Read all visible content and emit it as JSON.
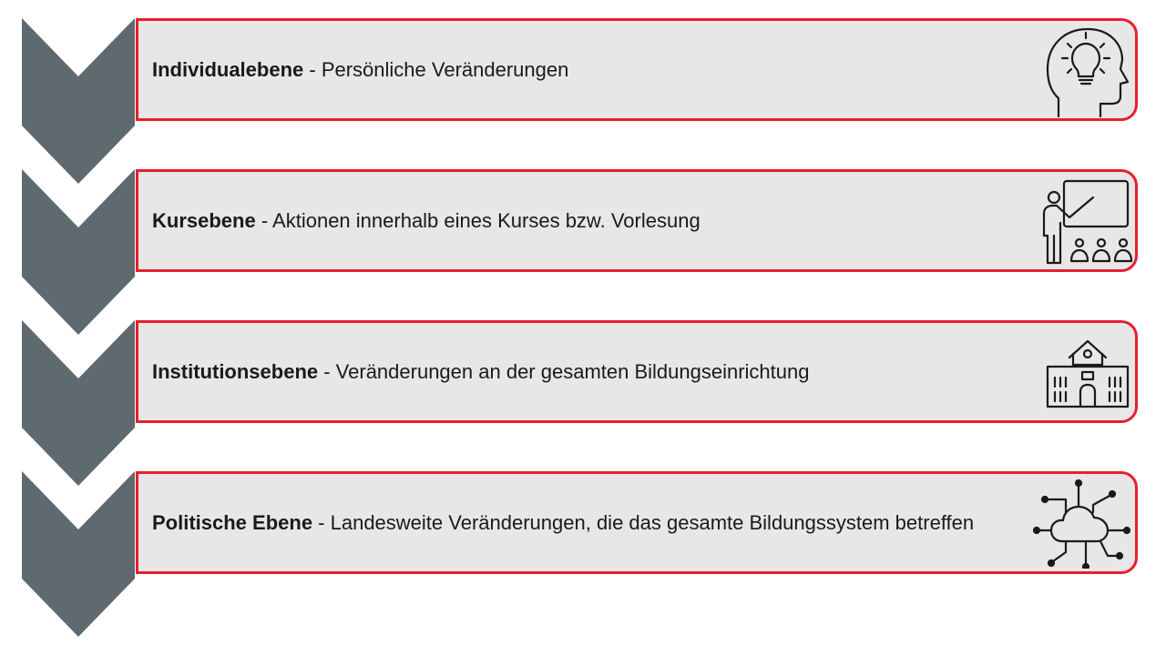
{
  "colors": {
    "accent": "#e5202e",
    "chevron": "#5e6a70",
    "box_fill": "#e7e7e7"
  },
  "levels": [
    {
      "title": "Individualebene",
      "description": " - Persönliche Veränderungen",
      "icon": "head-lightbulb-icon"
    },
    {
      "title": "Kursebene",
      "description": " - Aktionen innerhalb eines Kurses bzw. Vorlesung",
      "icon": "teacher-board-icon"
    },
    {
      "title": "Institutionsebene",
      "description": " - Veränderungen an der gesamten Bildungseinrichtung",
      "icon": "school-building-icon"
    },
    {
      "title": "Politische Ebene",
      "description": " - Landesweite Veränderungen, die das gesamte Bildungssystem betreffen",
      "icon": "cloud-network-icon"
    }
  ]
}
